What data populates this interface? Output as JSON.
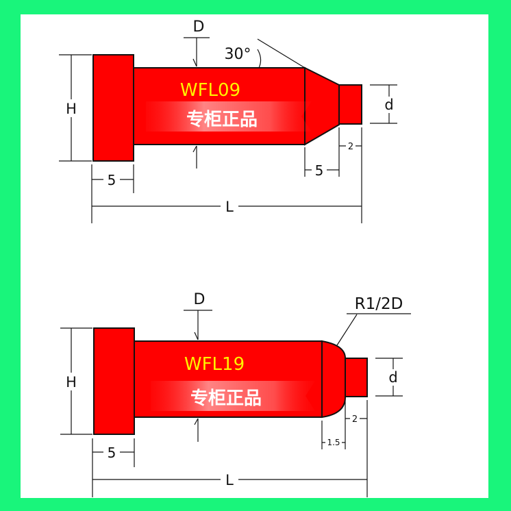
{
  "colors": {
    "background": "#19f57b",
    "part_fill": "#ff0000",
    "outline": "#111111",
    "model_text": "#fff200"
  },
  "top_part": {
    "model": "WFL09",
    "banner": "专柜正品",
    "labels": {
      "D": "D",
      "H": "H",
      "d": "d",
      "L": "L",
      "angle": "30°",
      "head_len": "5",
      "taper_len": "5",
      "tip_len": "2"
    }
  },
  "bottom_part": {
    "model": "WFL19",
    "banner": "专柜正品",
    "labels": {
      "D": "D",
      "H": "H",
      "d": "d",
      "L": "L",
      "radius": "R1/2D",
      "head_len": "5",
      "shoulder_len": "1.5",
      "tip_len": "2"
    }
  }
}
